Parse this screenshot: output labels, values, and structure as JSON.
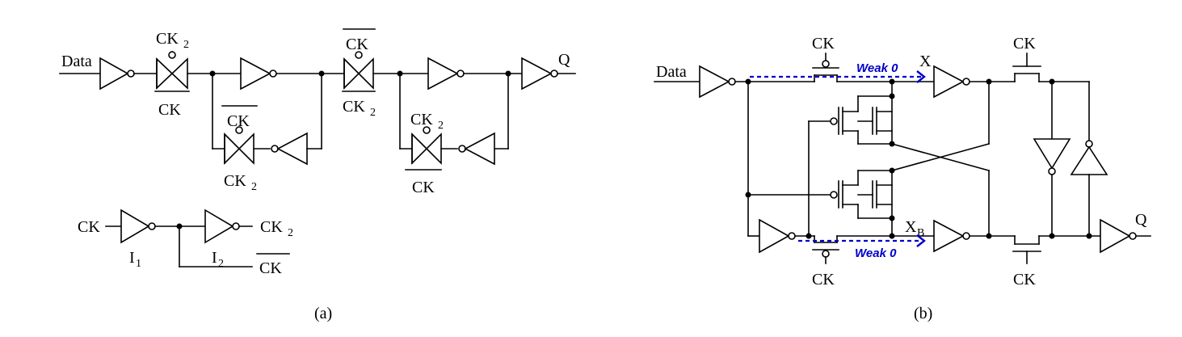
{
  "panel_a": {
    "caption": "(a)",
    "data_label": "Data",
    "q_label": "Q",
    "ck_label": "CK",
    "ck2_main": "CK",
    "ck2_sub": "2",
    "ckbar_label": "CK",
    "i1_main": "I",
    "i1_sub": "1",
    "i2_main": "I",
    "i2_sub": "2"
  },
  "panel_b": {
    "caption": "(b)",
    "data_label": "Data",
    "q_label": "Q",
    "ck_label": "CK",
    "x_label": "X",
    "xb_main": "X",
    "xb_sub": "B",
    "weak0_label": "Weak 0"
  },
  "colors": {
    "wire": "#000000",
    "annotation": "#0000cc"
  }
}
